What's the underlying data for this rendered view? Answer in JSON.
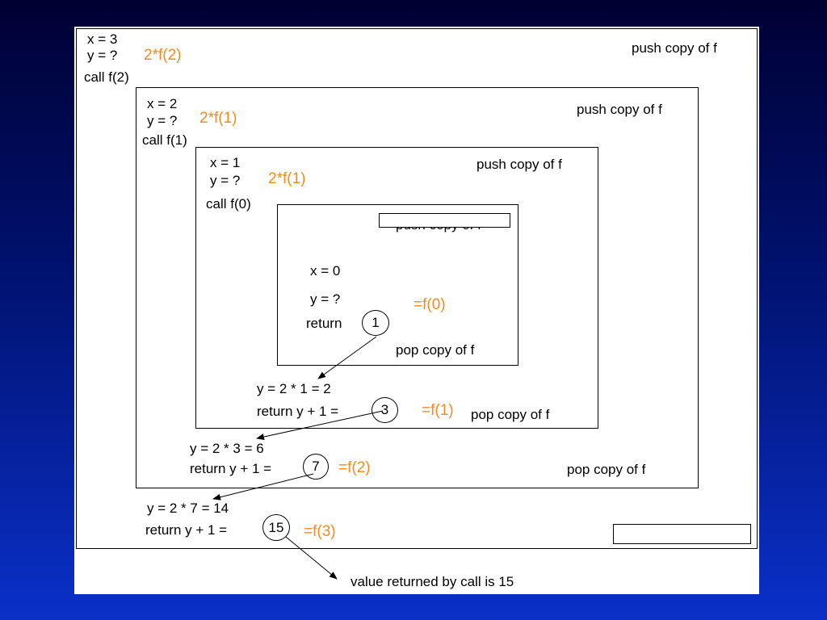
{
  "frames": [
    {
      "x_line": "x = 3",
      "y_line": "y = ?",
      "y_note": "2*f(2)",
      "call_line": "call f(2)",
      "push_label": "push copy of f",
      "after_y": "y = 2 * 7 = 14",
      "after_return": "return y + 1 =",
      "result": "15",
      "result_note": "=f(3)"
    },
    {
      "x_line": "x = 2",
      "y_line": "y = ?",
      "y_note": "2*f(1)",
      "call_line": "call f(1)",
      "push_label": "push copy of f",
      "pop_label": "pop copy of f",
      "after_y": "y = 2 * 3 = 6",
      "after_return": "return y + 1 =",
      "result": "7",
      "result_note": "=f(2)"
    },
    {
      "x_line": "x = 1",
      "y_line": "y = ?",
      "y_note": "2*f(1)",
      "call_line": "call f(0)",
      "push_label": "push copy of f",
      "pop_label": "pop copy of f",
      "after_y": "y = 2 * 1 = 2",
      "after_return": "return y + 1 =",
      "result": "3",
      "result_note": "=f(1)"
    },
    {
      "push_label": "push copy of f",
      "x_line": "x = 0",
      "y_line": "y = ?",
      "return_line": "return",
      "result": "1",
      "result_note": "=f(0)",
      "pop_label": "pop copy of f"
    }
  ],
  "final_label": "value returned by call is 15",
  "colors": {
    "annotation": "#f08c20",
    "background_top": "#000033",
    "background_bottom": "#0a30c8"
  }
}
